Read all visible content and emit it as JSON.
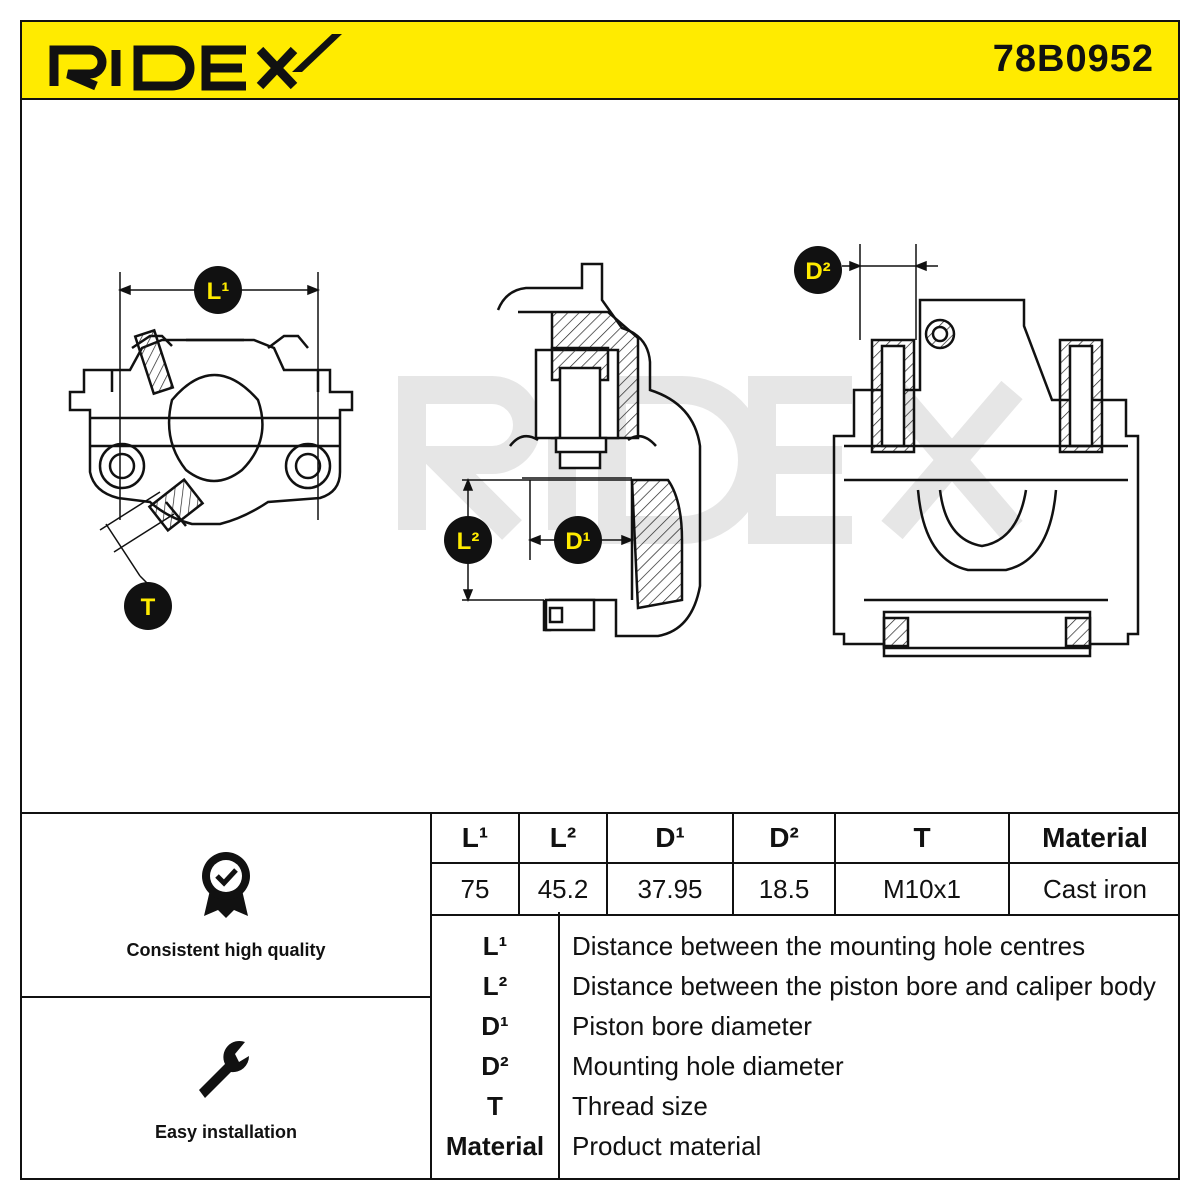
{
  "header": {
    "brand": "RIDEX",
    "part_number": "78B0952",
    "colors": {
      "banner": "#ffeb00",
      "ink": "#111111"
    }
  },
  "diagram": {
    "labels": {
      "L1": "L¹",
      "L2": "L²",
      "D1": "D¹",
      "D2": "D²",
      "T": "T"
    },
    "watermark": "RIDEX"
  },
  "features": [
    {
      "label": "Consistent high quality",
      "icon": "quality-badge-icon"
    },
    {
      "label": "Easy installation",
      "icon": "wrench-icon"
    }
  ],
  "spec_table": {
    "headers": [
      "L¹",
      "L²",
      "D¹",
      "D²",
      "T",
      "Material"
    ],
    "values": [
      "75",
      "45.2",
      "37.95",
      "18.5",
      "M10x1",
      "Cast iron"
    ]
  },
  "legend": [
    {
      "key": "L¹",
      "text": "Distance between the mounting hole centres"
    },
    {
      "key": "L²",
      "text": "Distance between the piston bore and caliper body"
    },
    {
      "key": "D¹",
      "text": "Piston bore diameter"
    },
    {
      "key": "D²",
      "text": "Mounting hole diameter"
    },
    {
      "key": "T",
      "text": "Thread size"
    },
    {
      "key": "Material",
      "text": "Product material"
    }
  ]
}
